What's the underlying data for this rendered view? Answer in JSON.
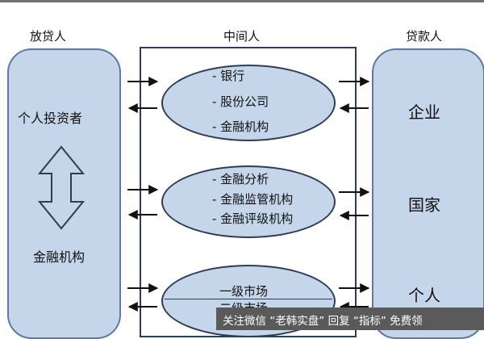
{
  "headers": {
    "lenders": "放贷人",
    "intermediaries": "中间人",
    "borrowers": "贷款人"
  },
  "lenders": {
    "top": "个人投资者",
    "bottom": "金融机构"
  },
  "intermediaries": {
    "group1": [
      "- 银行",
      "- 股份公司",
      "- 金融机构"
    ],
    "group2": [
      "- 金融分析",
      "- 金融监管机构",
      "- 金融评级机构"
    ],
    "group3": [
      "一级市场",
      "二级市场"
    ]
  },
  "borrowers": [
    "企业",
    "国家",
    "个人"
  ],
  "watermark": "关注微信 “老韩实盘” 回复 “指标” 免费领",
  "colors": {
    "box_fill": "#c6d6ea",
    "box_border": "#5f7aa0",
    "frame": "#2e3d55",
    "arrow": "#111111",
    "banner": "#5a5a5a"
  }
}
